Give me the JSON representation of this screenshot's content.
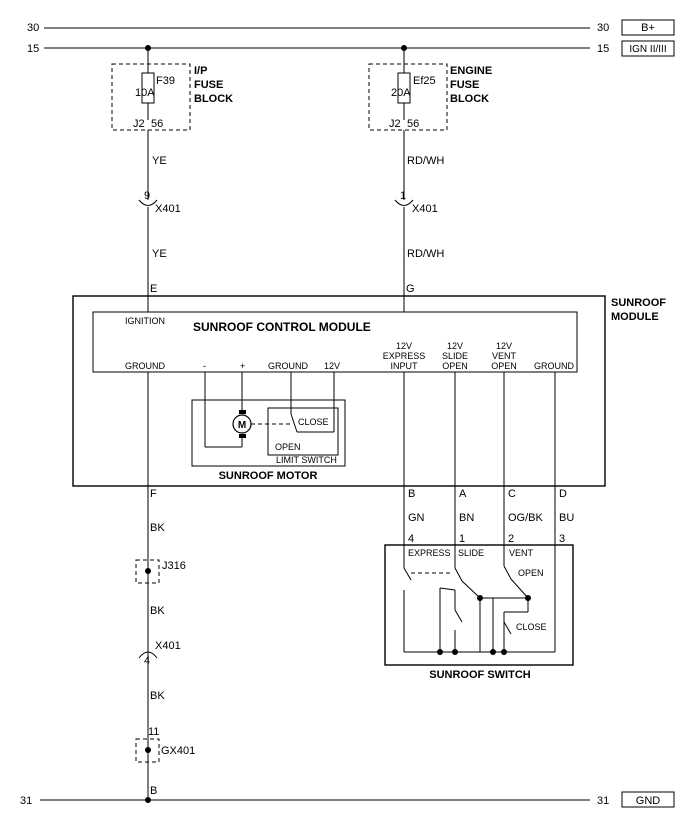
{
  "rails": {
    "top": {
      "left": "30",
      "right": "30",
      "tag": "B+"
    },
    "ign": {
      "left": "15",
      "right": "15",
      "tag": "IGN II/III"
    },
    "gnd": {
      "left": "31",
      "right": "31",
      "tag": "GND",
      "node": "B"
    }
  },
  "fuse_ip": {
    "name": "F39",
    "rating": "10A",
    "title": [
      "I/P",
      "FUSE",
      "BLOCK"
    ],
    "pin_left": "J2",
    "pin_right": "56"
  },
  "fuse_engine": {
    "name": "Ef25",
    "rating": "20A",
    "title": [
      "ENGINE",
      "FUSE",
      "BLOCK"
    ],
    "pin_left": "J2",
    "pin_right": "56"
  },
  "left_branch": {
    "wire1": "YE",
    "conn_pin": "9",
    "conn_name": "X401",
    "wire2": "YE",
    "module_pin": "E",
    "out_pin": "F",
    "wire3": "BK",
    "splice1": "J316",
    "wire4": "BK",
    "conn2_pin": "4",
    "conn2_name": "X401",
    "wire5": "BK",
    "splice2_pin": "11",
    "splice2": "GX401"
  },
  "right_branch": {
    "wire1": "RD/WH",
    "conn_pin": "1",
    "conn_name": "X401",
    "wire2": "RD/WH",
    "module_pin": "G"
  },
  "module": {
    "outer_title": [
      "SUNROOF",
      "MODULE"
    ],
    "title": "SUNROOF CONTROL MODULE",
    "ignition": "IGNITION",
    "ground_left": "GROUND",
    "minus": "-",
    "plus": "+",
    "ground_mid": "GROUND",
    "v12": "12V",
    "express": [
      "12V",
      "EXPRESS",
      "INPUT"
    ],
    "slide": [
      "12V",
      "SLIDE",
      "OPEN"
    ],
    "vent": [
      "12V",
      "VENT",
      "OPEN"
    ],
    "ground_right": "GROUND"
  },
  "motor": {
    "symbol": "M",
    "close": "CLOSE",
    "open": "OPEN",
    "limit": "LIMIT SWITCH",
    "title": "SUNROOF MOTOR"
  },
  "outputs": [
    {
      "pin": "B",
      "wire": "GN",
      "sw_pin": "4"
    },
    {
      "pin": "A",
      "wire": "BN",
      "sw_pin": "1"
    },
    {
      "pin": "C",
      "wire": "OG/BK",
      "sw_pin": "2"
    },
    {
      "pin": "D",
      "wire": "BU",
      "sw_pin": "3"
    }
  ],
  "switch": {
    "express": "EXPRESS",
    "slide": "SLIDE",
    "vent": "VENT",
    "open": "OPEN",
    "close": "CLOSE",
    "title": "SUNROOF SWITCH"
  }
}
